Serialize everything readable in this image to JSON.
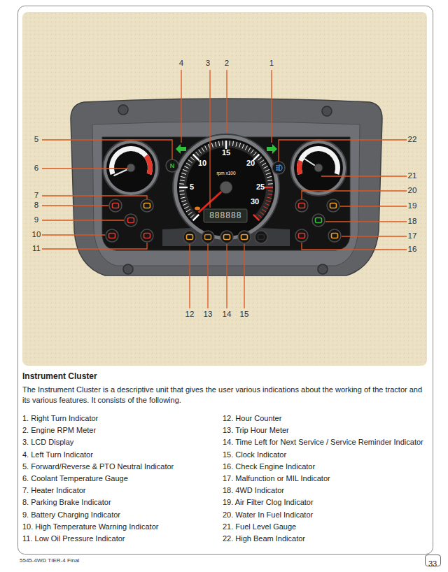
{
  "diagram": {
    "title": "Instrument Cluster",
    "nodes": [
      {
        "text": [
          "33"
        ]
      }
    ],
    "labels": [
      "4",
      "3",
      "2",
      "1",
      "5",
      "22",
      "6",
      "21",
      "7",
      "20",
      "8",
      "19",
      "9",
      "18",
      "10",
      "17",
      "11",
      "16",
      "12",
      "13",
      "14",
      "15",
      "15",
      "10",
      "20",
      "5",
      "25",
      "30",
      "rpm x100",
      "888888",
      "N",
      "The Instrument Cluster is a descriptive unit that gives the user various indications about the working of the tractor and its various features. It consists of the following.",
      "1. Right Turn Indicator",
      "2. Engine RPM Meter",
      "3. LCD Display",
      "4. Left Turn Indicator",
      "5. Forward/Reverse & PTO Neutral Indicator",
      "6. Coolant Temperature Gauge",
      "7. Heater Indicator",
      "8. Parking Brake Indicator",
      "9. Battery Charging Indicator",
      "10. High Temperature Warning Indicator",
      "11. Low Oil Pressure Indicator",
      "12. Hour Counter",
      "13. Trip Hour Meter",
      "14. Time Left for Next Service / Service Reminder Indicator",
      "15. Clock Indicator",
      "16. Check Engine Indicator",
      "17. Malfunction or MIL Indicator",
      "18. 4WD Indicator",
      "19. Air Filter Clog Indicator",
      "20. Water In Fuel Indicator",
      "21. Fuel Level Gauge",
      "22. High Beam Indicator",
      "5545-4WD TIER-4 Final"
    ]
  }
}
